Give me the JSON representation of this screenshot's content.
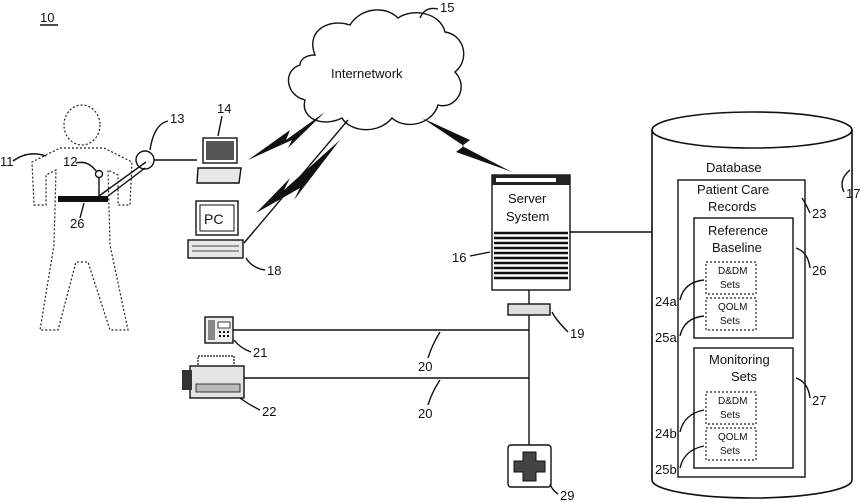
{
  "refs": {
    "fig": "10",
    "patient": "11",
    "sensor": "12",
    "hub": "13",
    "laptop": "14",
    "internetwork": "15",
    "server": "16",
    "database": "17",
    "pc": "18",
    "modem": "19",
    "line_a": "20",
    "line_b": "20",
    "phone": "21",
    "fax": "22",
    "patient_records": "23",
    "ddm_ref": "24a",
    "qolm_ref": "25a",
    "belt": "26",
    "reference_baseline": "26",
    "monitoring_sets": "27",
    "ddm_mon": "24b",
    "qolm_mon": "25b",
    "medical": "29"
  },
  "text": {
    "internetwork": "Internetwork",
    "pc": "PC",
    "server_line1": "Server",
    "server_line2": "System",
    "database": "Database",
    "patient_care_line1": "Patient Care",
    "patient_care_line2": "Records",
    "reference_line1": "Reference",
    "reference_line2": "Baseline",
    "monitoring_line1": "Monitoring",
    "monitoring_line2": "Sets",
    "ddm_line1": "D&DM",
    "ddm_line2": "Sets",
    "qolm_line1": "QOLM",
    "qolm_line2": "Sets"
  }
}
